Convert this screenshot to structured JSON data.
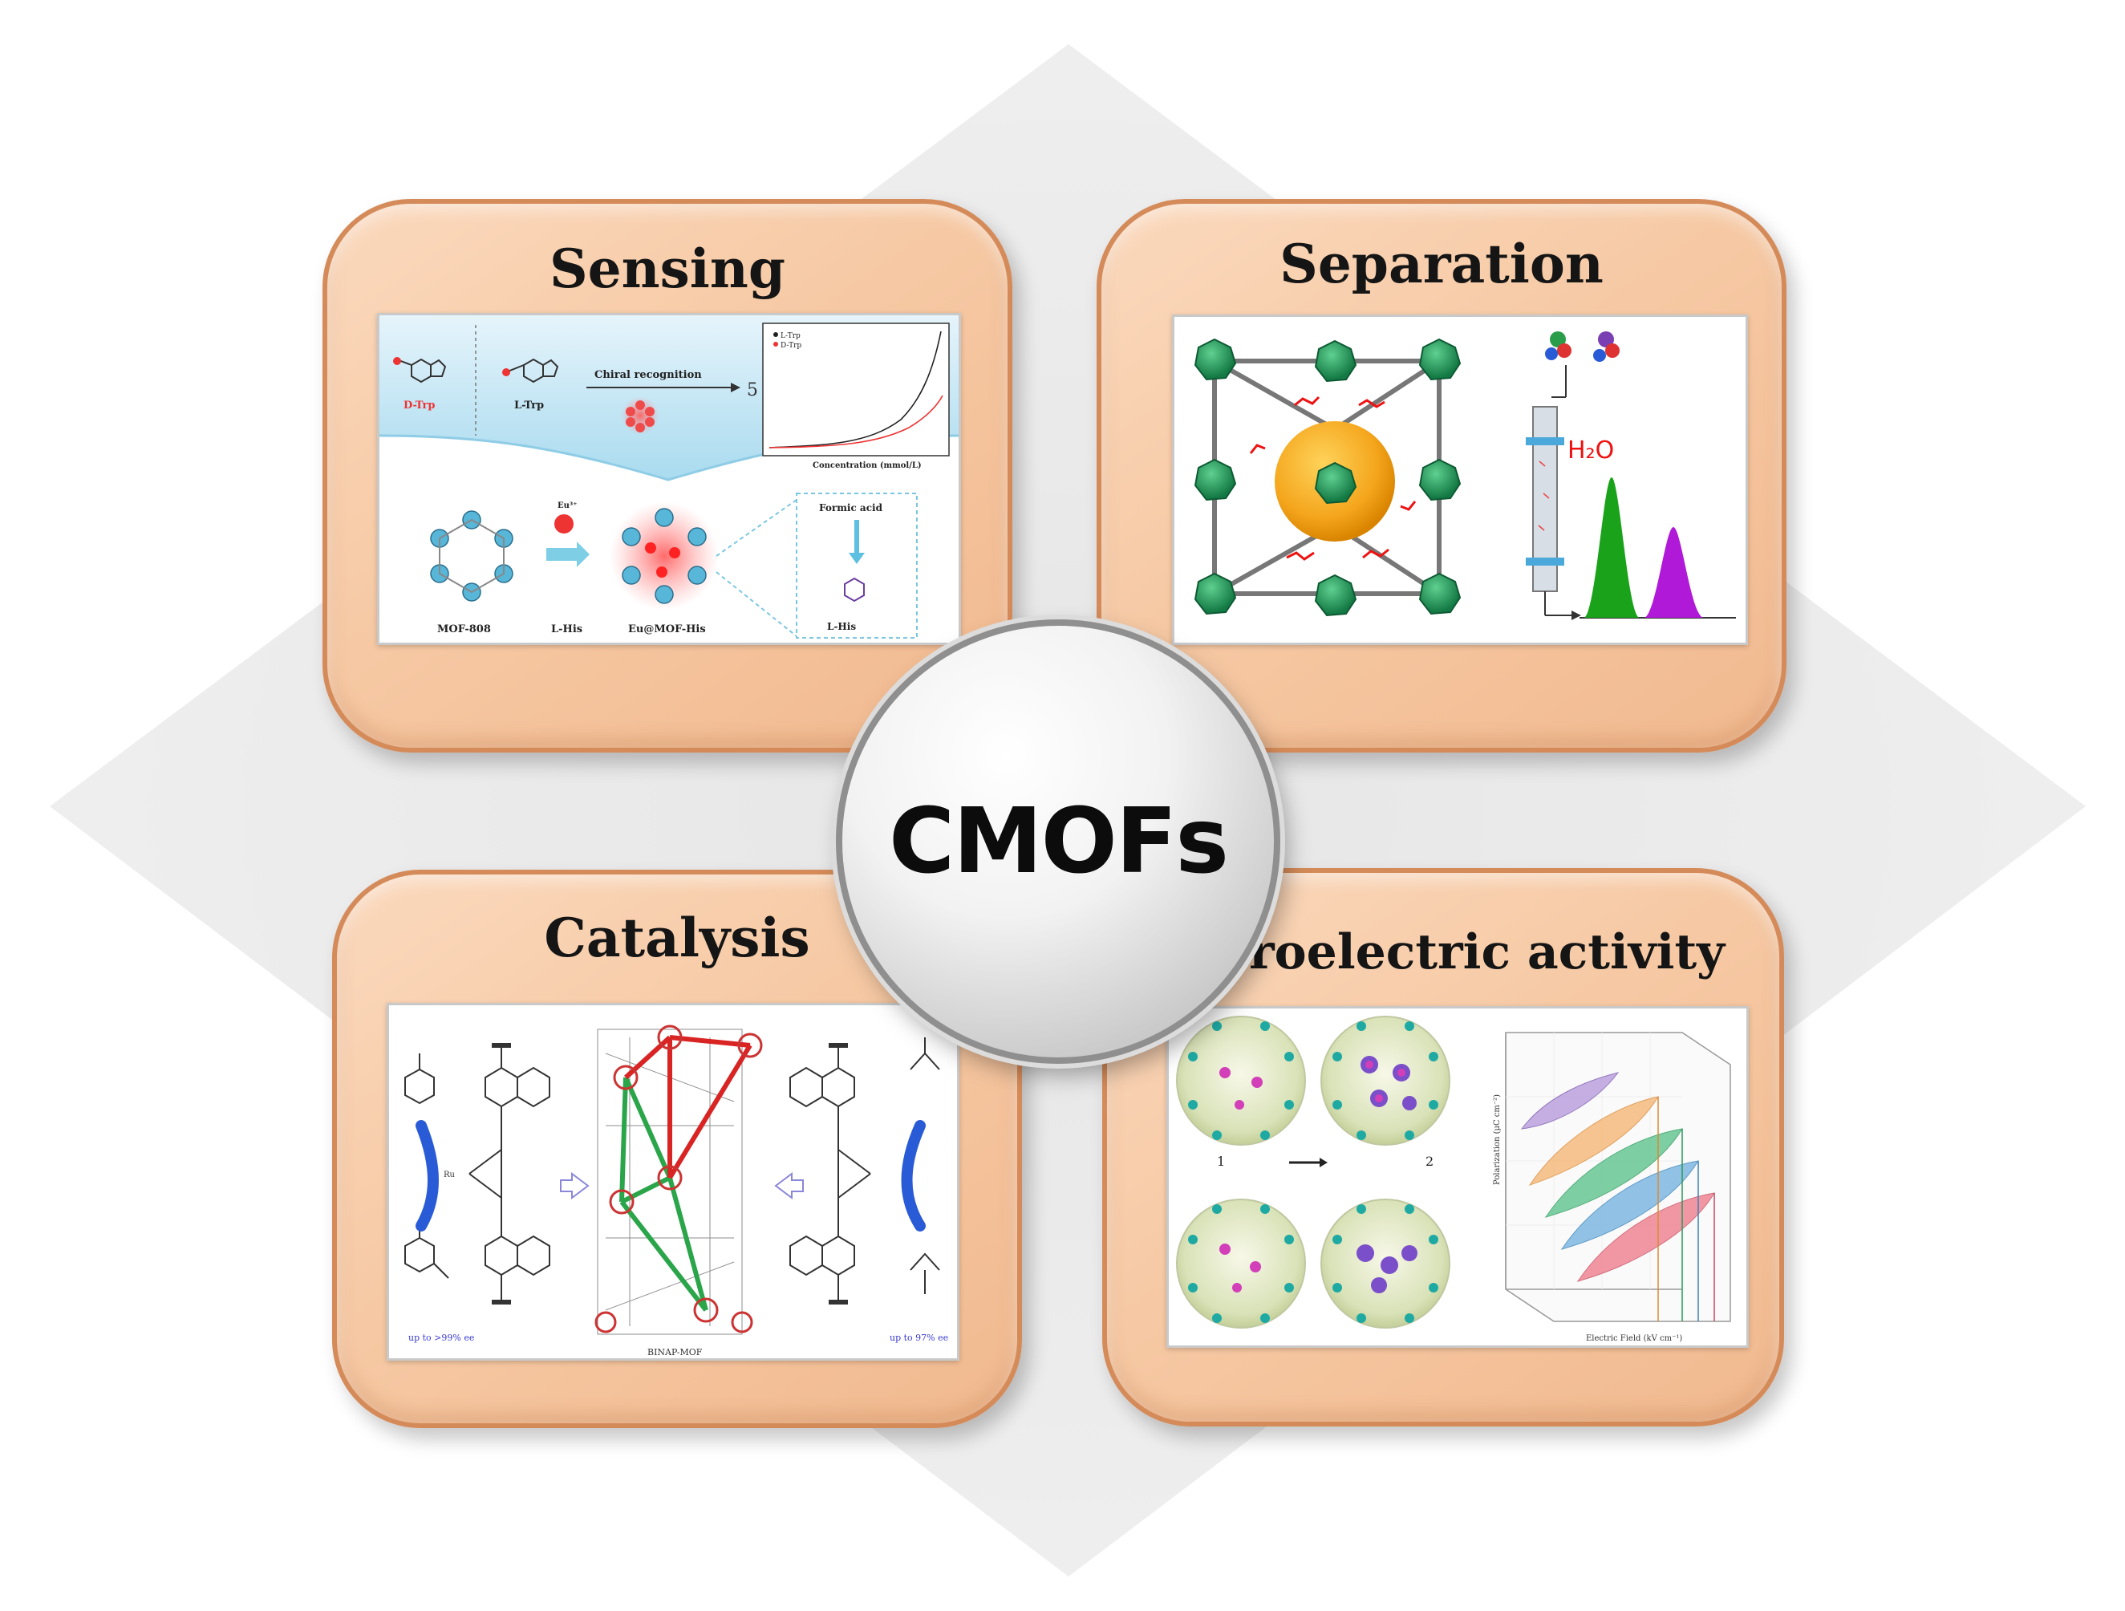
{
  "center": {
    "label": "CMOFs"
  },
  "cards": {
    "sensing": {
      "title": "Sensing",
      "labels": {
        "d_trp": "D-Trp",
        "l_trp": "L-Trp",
        "chiral": "Chiral recognition",
        "legend_l": "L-Trp",
        "legend_d": "D-Trp",
        "xaxis": "Concentration (mmol/L)",
        "mof808": "MOF-808",
        "lhis": "L-His",
        "eu": "Eu³⁺",
        "eumof": "Eu@MOF-His",
        "formic": "Formic acid",
        "lhis2": "L-His"
      }
    },
    "separation": {
      "title": "Separation",
      "labels": {
        "h2o": "H₂O"
      }
    },
    "catalysis": {
      "title": "Catalysis",
      "labels": {
        "ee_left": "up to >99% ee",
        "ee_right": "up to 97% ee",
        "binap": "BINAP-MOF"
      }
    },
    "ferro": {
      "title": "Ferroelectric activity",
      "labels": {
        "one": "1",
        "two": "2",
        "xaxis": "Electric Field (kV cm⁻¹)",
        "yaxis": "Polarization (μC cm⁻²)"
      }
    }
  }
}
